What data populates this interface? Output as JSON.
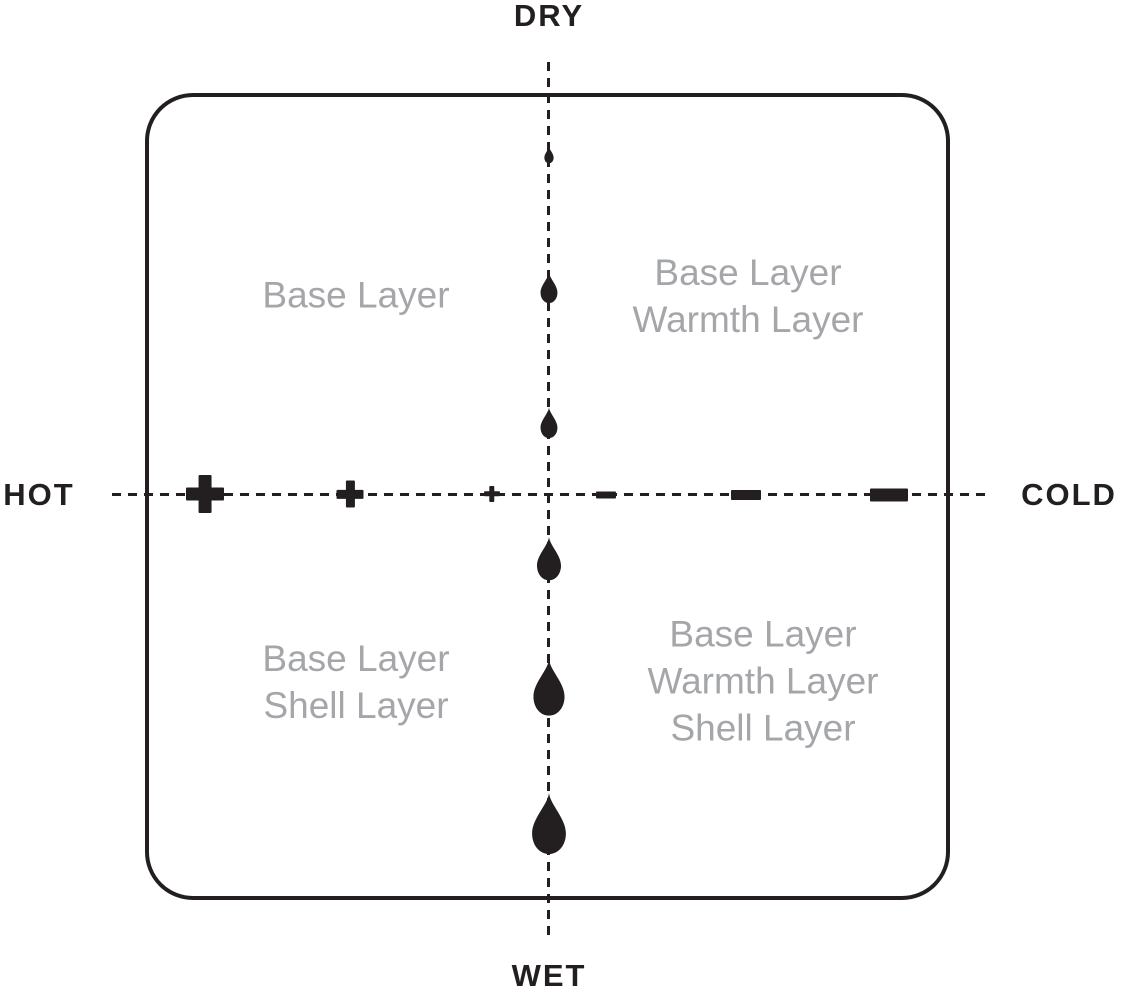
{
  "axes": {
    "top": "DRY",
    "bottom": "WET",
    "left": "HOT",
    "right": "COLD"
  },
  "quadrants": {
    "top_left": {
      "lines": [
        "Base Layer"
      ]
    },
    "top_right": {
      "lines": [
        "Base Layer",
        "Warmth Layer"
      ]
    },
    "bottom_left": {
      "lines": [
        "Base Layer",
        "Shell Layer"
      ]
    },
    "bottom_right": {
      "lines": [
        "Base Layer",
        "Warmth Layer",
        "Shell Layer"
      ]
    }
  },
  "icons": {
    "vertical_axis_droplets": [
      "droplet-icon-xs",
      "droplet-icon-s",
      "droplet-icon-m",
      "droplet-icon-l",
      "droplet-icon-xl",
      "droplet-icon-xxl"
    ],
    "horizontal_axis_marks": [
      "plus-icon-lg",
      "plus-icon-md",
      "plus-icon-sm",
      "minus-icon-sm",
      "minus-icon-md",
      "minus-icon-lg"
    ]
  },
  "colors": {
    "ink": "#231f20",
    "quadrant_text": "#a4a6a9",
    "background": "#ffffff"
  }
}
